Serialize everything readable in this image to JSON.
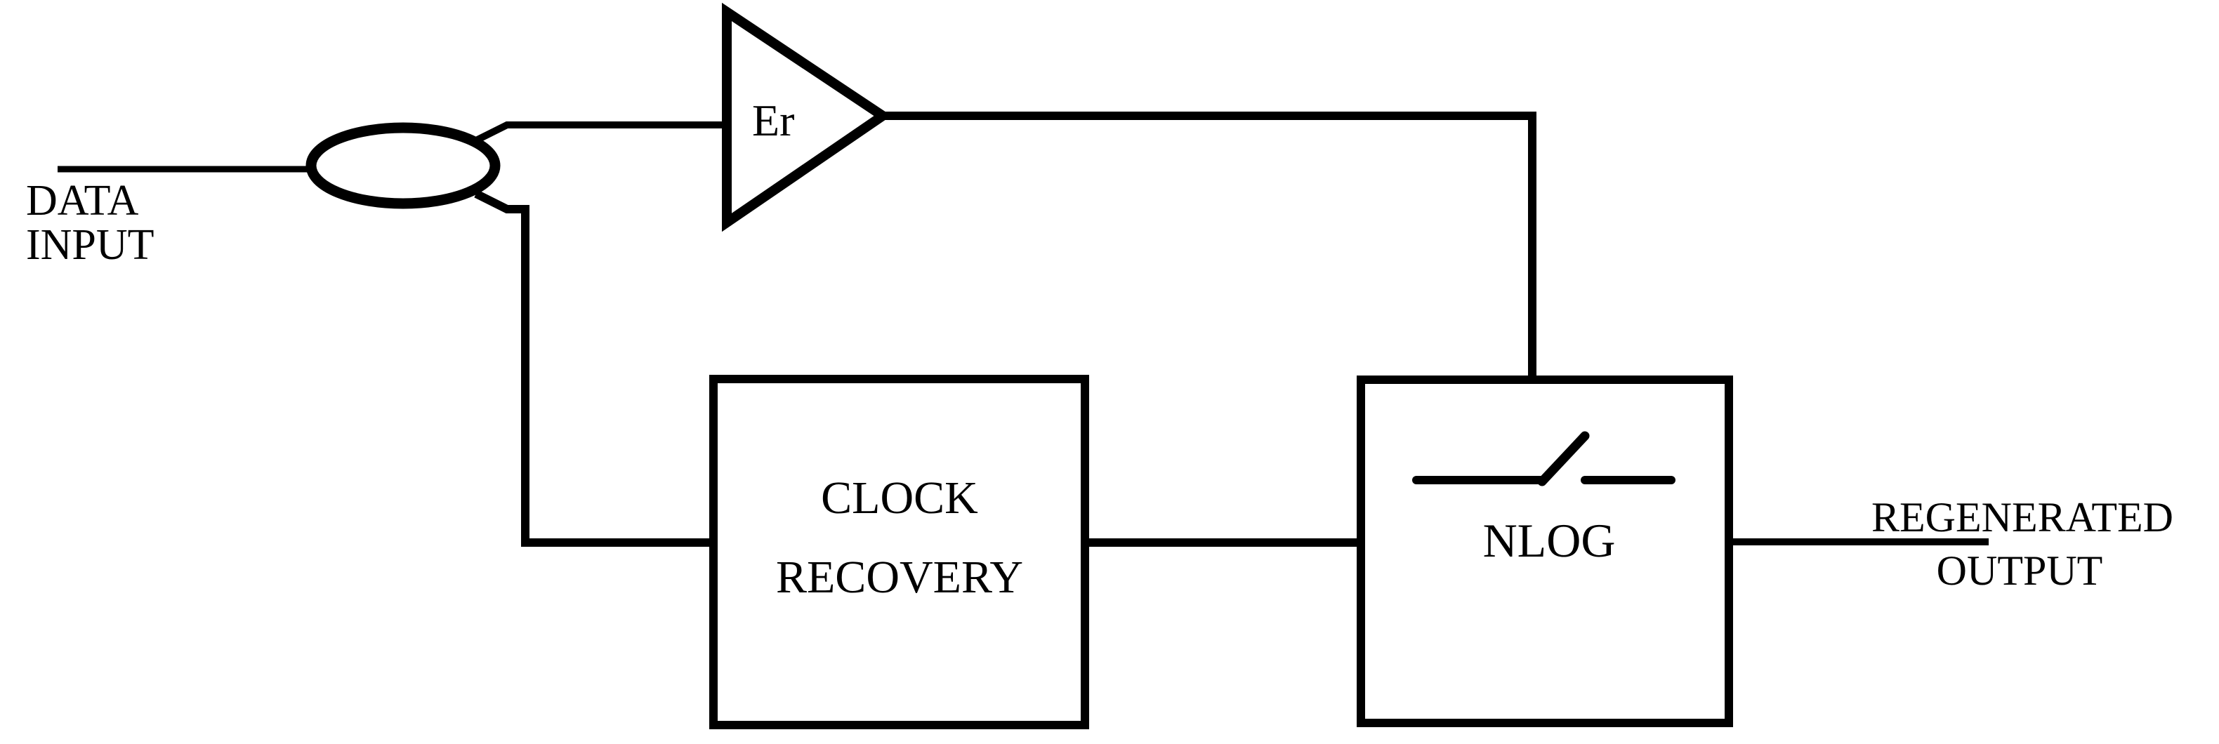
{
  "diagram": {
    "colors": {
      "background": "#ffffff",
      "ink": "#000000"
    },
    "nodes": {
      "data_input": {
        "lines": [
          "DATA",
          "INPUT"
        ]
      },
      "coupler": {
        "shape": "ellipse-splitter"
      },
      "amplifier": {
        "label": "Er",
        "shape": "triangle"
      },
      "clock_recovery": {
        "lines": [
          "CLOCK",
          "RECOVERY"
        ]
      },
      "nlog": {
        "label": "NLOG",
        "icon": "open-switch-icon"
      },
      "regenerated_output": {
        "lines": [
          "REGENERATED",
          "OUTPUT"
        ]
      }
    }
  }
}
